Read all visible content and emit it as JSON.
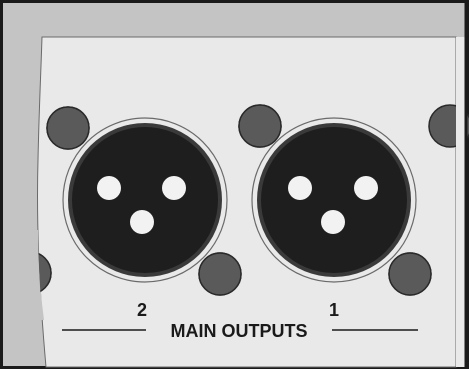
{
  "panel": {
    "title": "MAIN OUTPUTS",
    "connectors": [
      {
        "number": "2"
      },
      {
        "number": "1"
      }
    ]
  },
  "colors": {
    "frame_border": "#1a1a1a",
    "outer_panel": "#c4c4c4",
    "inner_plate": "#e9e9e9",
    "screw": "#5a5a5a",
    "xlr_body": "#1e1e1e",
    "xlr_ring": "#3a3a3a",
    "pin": "#f2f2f2"
  },
  "icons": [
    "xlr-connector-icon",
    "mounting-screw-icon"
  ]
}
